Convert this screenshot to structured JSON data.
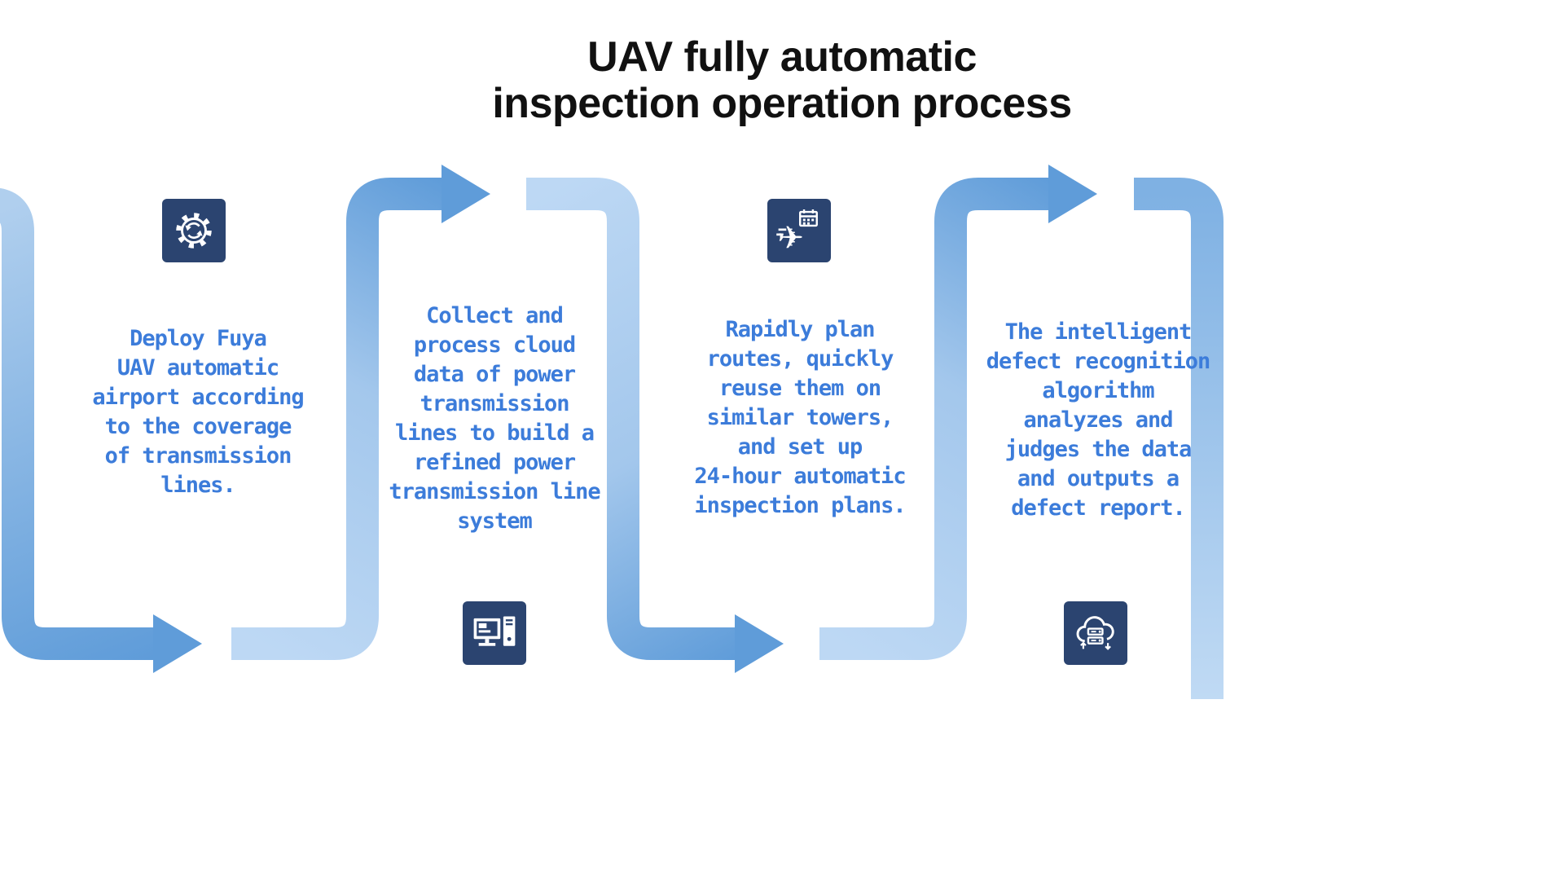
{
  "title": "UAV fully automatic\ninspection operation process",
  "steps": [
    {
      "icon": "gear-sync-icon",
      "icon_position": "top",
      "text": "Deploy Fuya\nUAV automatic\nairport according\nto the coverage\nof transmission\nlines."
    },
    {
      "icon": "computer-icon",
      "icon_position": "bottom",
      "text": "Collect and\nprocess cloud\ndata of power\ntransmission\nlines to build a\nrefined power\ntransmission line\nsystem"
    },
    {
      "icon": "flight-schedule-icon",
      "icon_position": "top",
      "text": "Rapidly plan\nroutes, quickly\nreuse them on\nsimilar towers,\nand set up\n24-hour automatic\ninspection plans."
    },
    {
      "icon": "cloud-server-icon",
      "icon_position": "bottom",
      "text": "The intelligent\ndefect recognition\nalgorithm\nanalyzes and\njudges the data\nand outputs a\ndefect report."
    }
  ],
  "colors": {
    "background": "#ffffff",
    "title": "#111111",
    "step_text": "#3c7cda",
    "icon_background": "#2b4470",
    "icon_glyph": "#ffffff",
    "arrow_light": "#b9d6f3",
    "arrow_dark": "#5f9cd9"
  }
}
